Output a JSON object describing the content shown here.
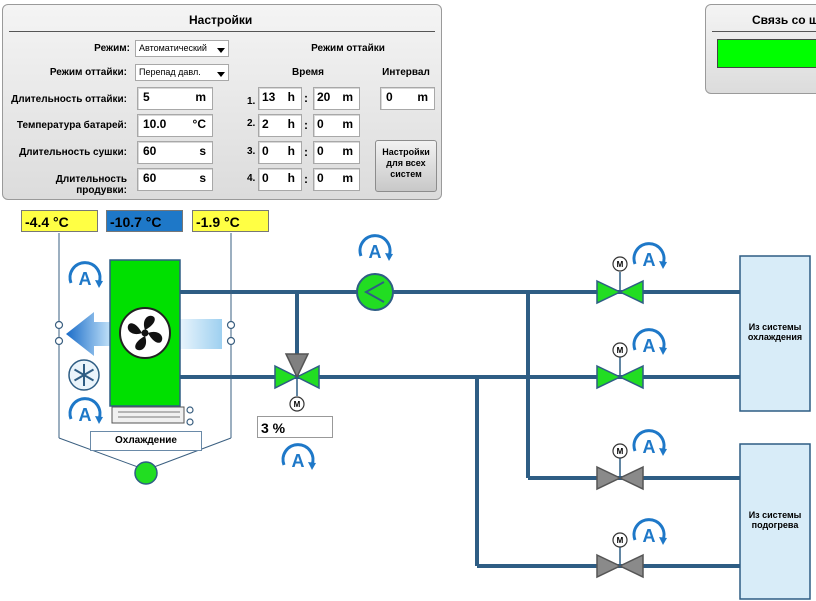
{
  "settings": {
    "title": "Настройки",
    "mode_label": "Режим:",
    "mode_value": "Автоматический",
    "defrost_mode_label": "Режим оттайки:",
    "defrost_mode_value": "Перепад давл.",
    "defrost_duration_label": "Длительность оттайки:",
    "defrost_duration_value": "5",
    "defrost_duration_unit": "m",
    "battery_temp_label": "Температура батарей:",
    "battery_temp_value": "10.0",
    "battery_temp_unit": "°C",
    "drying_duration_label": "Длительность сушки:",
    "drying_duration_value": "60",
    "drying_duration_unit": "s",
    "purge_duration_label": "Длительность продувки:",
    "purge_duration_value": "60",
    "purge_duration_unit": "s",
    "defrost_schedule_header": "Режим оттайки",
    "time_header": "Время",
    "interval_header": "Интервал",
    "interval_value": "0",
    "interval_unit": "m",
    "schedule": [
      {
        "index": "1.",
        "hours": "13",
        "h_unit": "h",
        "minutes": "20",
        "m_unit": "m"
      },
      {
        "index": "2.",
        "hours": "2",
        "h_unit": "h",
        "minutes": "0",
        "m_unit": "m"
      },
      {
        "index": "3.",
        "hours": "0",
        "h_unit": "h",
        "minutes": "0",
        "m_unit": "m"
      },
      {
        "index": "4.",
        "hours": "0",
        "h_unit": "h",
        "minutes": "0",
        "m_unit": "m"
      }
    ],
    "colon": ":",
    "all_systems_button": "Настройки для всех систем"
  },
  "connection": {
    "title": "Связь со щ",
    "status_color": "#00ff00"
  },
  "temperatures": {
    "left": "-4.4 °C",
    "center": "-10.7 °C",
    "right": "-1.9 °C"
  },
  "unit": {
    "mode_label": "Охлаждение",
    "valve_position": "3 %"
  },
  "boxes": {
    "cooling_source": "Из системы охлаждения",
    "heating_source": "Из системы подогрева"
  },
  "icons": {
    "auto_icon": "A",
    "motor_icon": "M"
  },
  "colors": {
    "pipe": "#2e5d84",
    "active_green": "#22dd22",
    "inactive_gray": "#7f7f7f",
    "unit_green": "#00e000",
    "temp_yellow": "#ffff44",
    "temp_blue": "#1e78c8",
    "box_fill": "#d8ecf8"
  }
}
